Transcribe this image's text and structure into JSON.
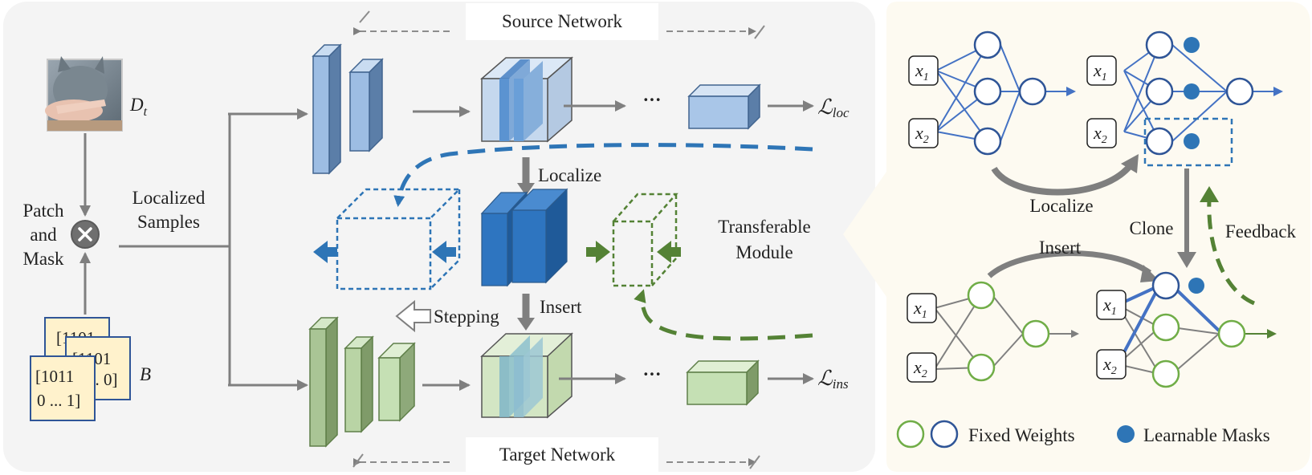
{
  "labels": {
    "source_network": "Source Network",
    "target_network": "Target Network",
    "data_symbol": "D",
    "data_sub": "t",
    "patch": "Patch",
    "and": "and",
    "mask": "Mask",
    "localized": "Localized",
    "samples": "Samples",
    "b_symbol": "B",
    "localize": "Localize",
    "insert": "Insert",
    "stepping": "Stepping",
    "transferable": "Transferable",
    "module": "Module",
    "ellipsis": "···",
    "loss_loc_symbol": "ℒ",
    "loss_loc_sub": "loc",
    "loss_ins_symbol": "ℒ",
    "loss_ins_sub": "ins",
    "mask_front_line1": "[1011",
    "mask_front_line2": "0 ... 1]",
    "mask_mid_line1": "[1101",
    "mask_mid_line2": "... 0]",
    "mask_back_line1": "[1101"
  },
  "right_panel": {
    "x_symbol": "x",
    "x1_sub": "1",
    "x2_sub": "2",
    "localize": "Localize",
    "clone": "Clone",
    "feedback": "Feedback",
    "insert": "Insert",
    "legend_fixed": "Fixed Weights",
    "legend_learnable": "Learnable Masks"
  },
  "colors": {
    "blue_dark": "#2f5597",
    "blue_mid": "#2e75b6",
    "blue_light": "#9dc3e6",
    "green_dark": "#548235",
    "green_light": "#c5e0b4",
    "gray_arrow": "#808080",
    "panel_bg": "#f4f4f4",
    "right_bg": "#fdfaf1"
  }
}
